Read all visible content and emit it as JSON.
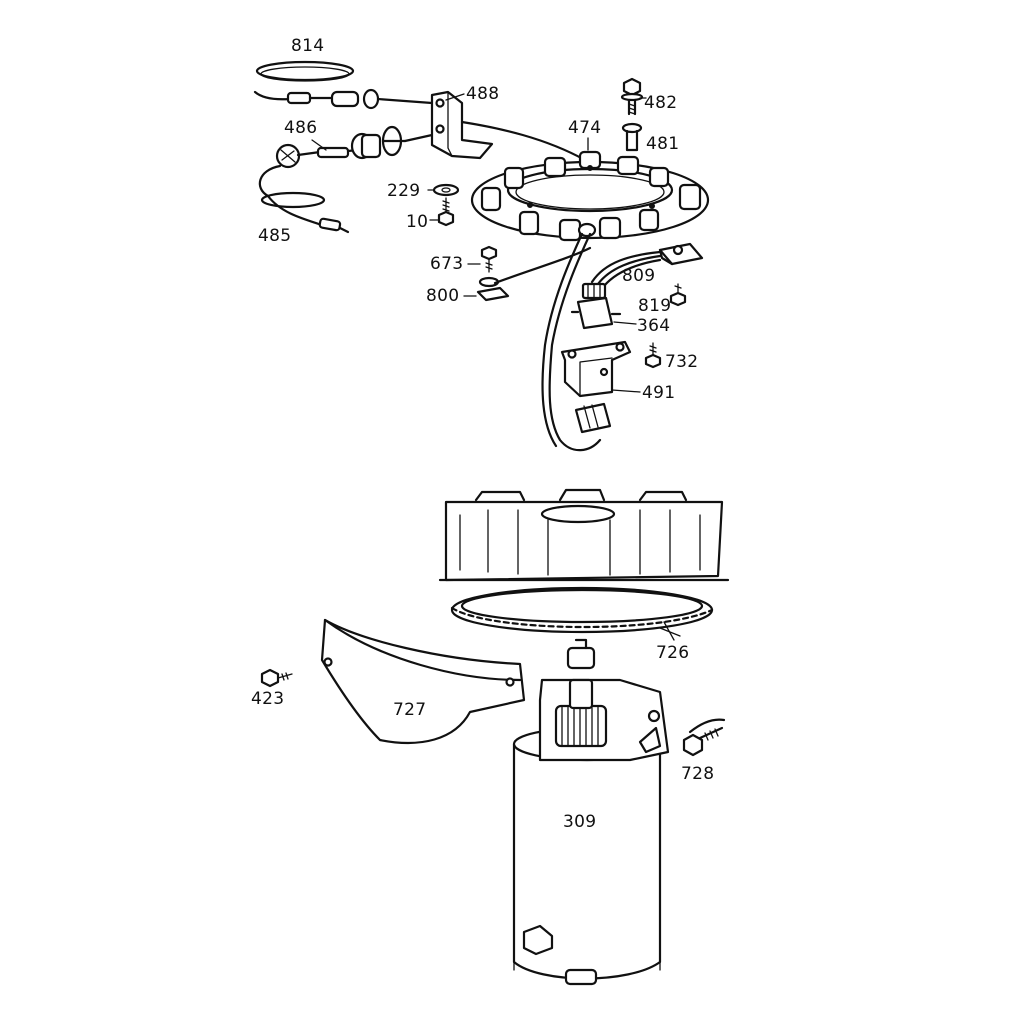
{
  "diagram": {
    "labels": {
      "p814": "814",
      "p488": "488",
      "p482": "482",
      "p474": "474",
      "p486": "486",
      "p481": "481",
      "p229": "229",
      "p10": "10",
      "p485": "485",
      "p673": "673",
      "p809": "809",
      "p800": "800",
      "p819": "819",
      "p364": "364",
      "p732": "732",
      "p491": "491",
      "p726": "726",
      "p423": "423",
      "p727": "727",
      "p728": "728",
      "p309": "309"
    }
  }
}
